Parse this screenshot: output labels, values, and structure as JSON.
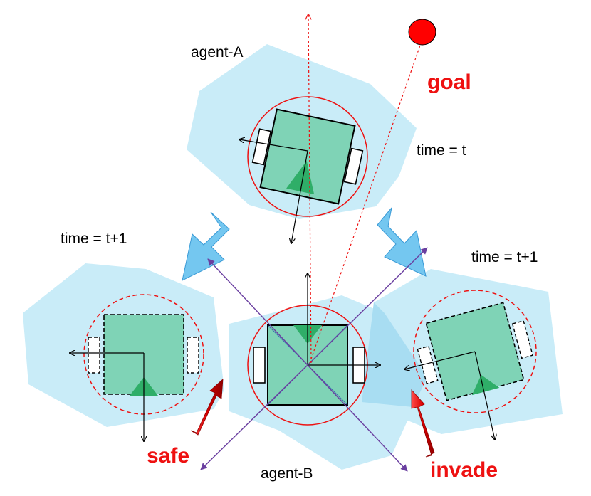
{
  "labels": {
    "agent_a": "agent-A",
    "agent_b": "agent-B",
    "goal": "goal",
    "time_t": "time = t",
    "time_t1_left": "time = t+1",
    "time_t1_right": "time = t+1",
    "safe": "safe",
    "invade": "invade"
  },
  "colors": {
    "region_fill": "#c9ecf8",
    "overlap_fill": "#a8ddf2",
    "robot_fill": "#7fd3b6",
    "triangle_fill": "#2fae68",
    "red": "#ee1111",
    "goal_fill": "#ff0000",
    "arrow_blue": "#74c7f0",
    "arrow_blue_edge": "#3a9ad6",
    "purple": "#6a3fa0"
  },
  "icons": {
    "goal": "goal-marker-icon",
    "safe_arrow": "red-arrow-icon",
    "invade_arrow": "red-arrow-icon",
    "transition_arrow": "blue-block-arrow-icon"
  }
}
